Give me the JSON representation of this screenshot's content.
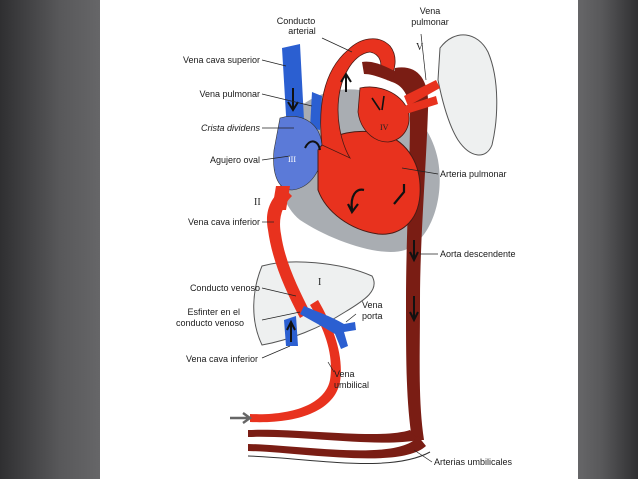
{
  "labels": {
    "conducto_arterial_1": "Conducto",
    "conducto_arterial_2": "arterial",
    "vena_pulmonar_top_1": "Vena",
    "vena_pulmonar_top_2": "pulmonar",
    "vena_cava_superior": "Vena cava superior",
    "vena_pulmonar_left": "Vena pulmonar",
    "crista_dividens": "Crista dividens",
    "agujero_oval": "Agujero oval",
    "vena_cava_inferior_1": "Vena cava inferior",
    "conducto_venoso": "Conducto venoso",
    "esfinter_1": "Esfinter en el",
    "esfinter_2": "conducto venoso",
    "vena_cava_inferior_2": "Vena cava inferior",
    "vena_porta_1": "Vena",
    "vena_porta_2": "porta",
    "vena_umbilical_1": "Vena",
    "vena_umbilical_2": "umbilical",
    "arteria_pulmonar": "Arteria pulmonar",
    "aorta_descendente": "Aorta descendente",
    "arterias_umbilicales": "Arterias umbilicales"
  },
  "roman_markers": {
    "i": "I",
    "ii": "II",
    "iii": "III",
    "iv": "IV",
    "v": "V"
  },
  "colors": {
    "oxygenated": "#e8321e",
    "deoxygenated": "#2b5fd1",
    "mixed": "#7a1d14",
    "organ": "#eef0f0",
    "heart_shadow": "#a9adb2"
  }
}
